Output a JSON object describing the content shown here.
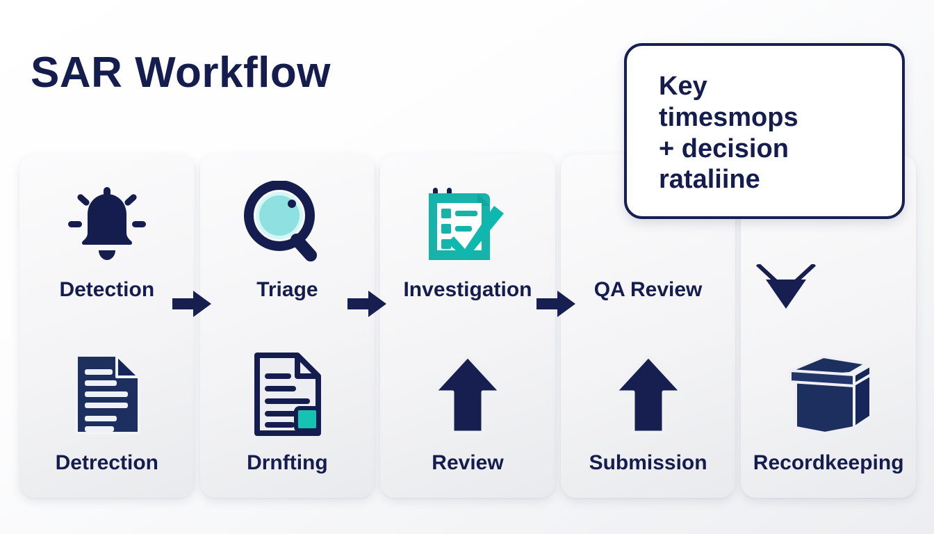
{
  "title": "SAR Workflow",
  "colors": {
    "navy": "#141d4e",
    "navy_deep": "#161f4f",
    "teal": "#16b3ab",
    "teal_light": "#8fe0e0",
    "card_bg": "#f4f4f6",
    "page_bg": "#fbfbfd"
  },
  "callout": {
    "text": "Key\ntimesmops\n+ decision\nrataliine",
    "tail_icon": "down-arrow-icon"
  },
  "flow_arrows": [
    {
      "name": "flow-arrow-detection-to-triage",
      "icon": "right-arrow-icon"
    },
    {
      "name": "flow-arrow-triage-to-investigation",
      "icon": "right-arrow-icon"
    },
    {
      "name": "flow-arrow-investigation-to-qa-review",
      "icon": "right-arrow-icon"
    }
  ],
  "stages": [
    {
      "key": "detection",
      "top": {
        "label": "Detection",
        "icon": "alert-bell-icon"
      },
      "bottom": {
        "label": "Detrection",
        "icon": "document-filled-icon"
      }
    },
    {
      "key": "triage",
      "top": {
        "label": "Triage",
        "icon": "magnifying-glass-icon"
      },
      "bottom": {
        "label": "Drnfting",
        "icon": "document-outline-icon"
      }
    },
    {
      "key": "investigation",
      "top": {
        "label": "Investigation",
        "icon": "checklist-clipboard-icon"
      },
      "bottom": {
        "label": "Review",
        "icon": "up-arrow-icon"
      }
    },
    {
      "key": "qa-review",
      "top": {
        "label": "QA Review",
        "icon": ""
      },
      "bottom": {
        "label": "Submission",
        "icon": "up-arrow-icon"
      }
    },
    {
      "key": "recordkeeping",
      "top": {
        "label": "",
        "icon": ""
      },
      "bottom": {
        "label": "Recordkeeping",
        "icon": "archive-box-icon"
      }
    }
  ]
}
